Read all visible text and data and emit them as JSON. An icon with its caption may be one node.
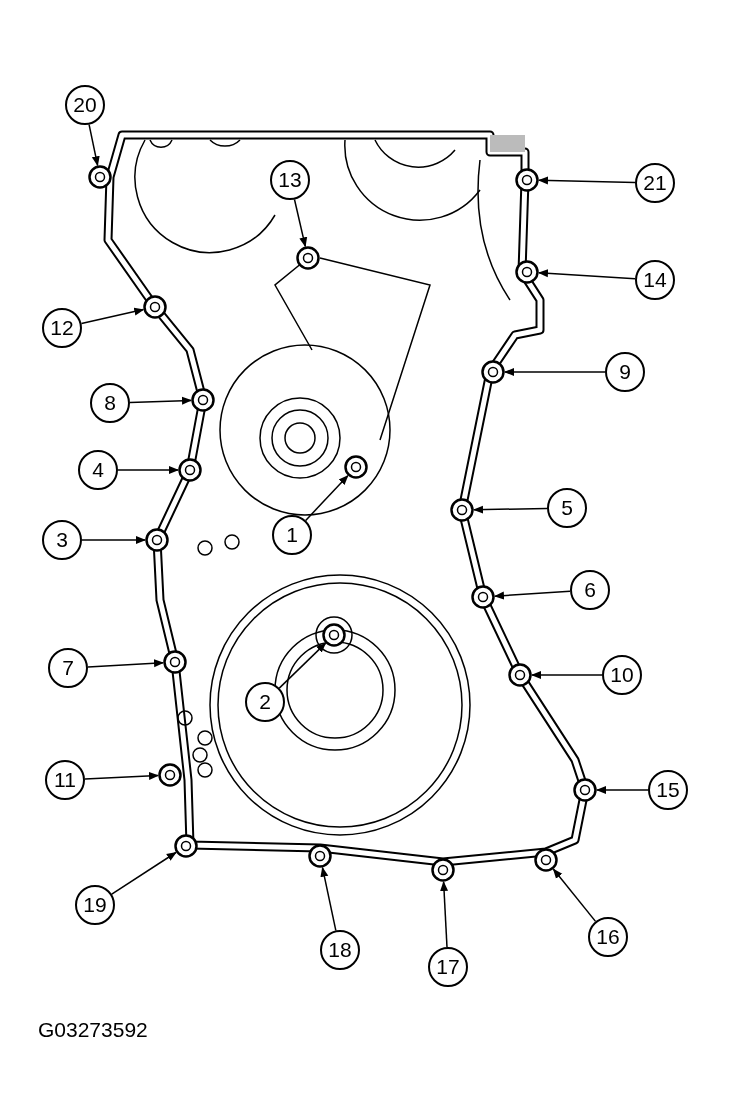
{
  "diagram": {
    "nodes": [
      {
        "text": [
          "20"
        ]
      },
      {
        "text": [
          "13"
        ]
      },
      {
        "text": [
          "21"
        ]
      },
      {
        "text": [
          "14"
        ]
      },
      {
        "text": [
          "12"
        ]
      },
      {
        "text": [
          "9"
        ]
      },
      {
        "text": [
          "8"
        ]
      },
      {
        "text": [
          "4"
        ]
      },
      {
        "text": [
          "1"
        ]
      },
      {
        "text": [
          "5"
        ]
      },
      {
        "text": [
          "3"
        ]
      },
      {
        "text": [
          "6"
        ]
      },
      {
        "text": [
          "7"
        ]
      },
      {
        "text": [
          "2"
        ]
      },
      {
        "text": [
          "10"
        ]
      },
      {
        "text": [
          "11"
        ]
      },
      {
        "text": [
          "15"
        ]
      },
      {
        "text": [
          "19"
        ]
      },
      {
        "text": [
          "16"
        ]
      },
      {
        "text": [
          "18"
        ]
      },
      {
        "text": [
          "17"
        ]
      },
      {
        "text": [],
        "shape": "circle"
      },
      {
        "text": [],
        "shape": "circle"
      },
      {
        "text": [],
        "shape": "circle"
      },
      {
        "text": [],
        "shape": "circle"
      },
      {
        "text": [],
        "shape": "circle"
      },
      {
        "text": [],
        "shape": "circle"
      },
      {
        "text": [],
        "shape": "circle"
      },
      {
        "text": [],
        "shape": "circle"
      },
      {
        "text": [],
        "shape": "circle"
      },
      {
        "text": [],
        "shape": "circle"
      },
      {
        "text": [],
        "shape": "circle"
      },
      {
        "text": [],
        "shape": "circle"
      },
      {
        "text": [],
        "shape": "circle"
      },
      {
        "text": [],
        "shape": "circle"
      },
      {
        "text": [],
        "shape": "circle"
      },
      {
        "text": [],
        "shape": "circle"
      },
      {
        "text": [],
        "shape": "circle"
      },
      {
        "text": [],
        "shape": "circle"
      },
      {
        "text": [],
        "shape": "circle"
      },
      {
        "text": [],
        "shape": "circle"
      },
      {
        "text": [],
        "shape": "circle"
      }
    ],
    "edges": [
      {
        "from": 0,
        "to": 21,
        "arrow": "to"
      },
      {
        "from": 1,
        "to": 22,
        "arrow": "to"
      },
      {
        "from": 2,
        "to": 23,
        "arrow": "to"
      },
      {
        "from": 3,
        "to": 24,
        "arrow": "to"
      },
      {
        "from": 4,
        "to": 25,
        "arrow": "to"
      },
      {
        "from": 5,
        "to": 26,
        "arrow": "to"
      },
      {
        "from": 6,
        "to": 27,
        "arrow": "to"
      },
      {
        "from": 7,
        "to": 28,
        "arrow": "to"
      },
      {
        "from": 8,
        "to": 29,
        "arrow": "to"
      },
      {
        "from": 9,
        "to": 30,
        "arrow": "to"
      },
      {
        "from": 10,
        "to": 31,
        "arrow": "to"
      },
      {
        "from": 11,
        "to": 32,
        "arrow": "to"
      },
      {
        "from": 12,
        "to": 33,
        "arrow": "to"
      },
      {
        "from": 13,
        "to": 34,
        "arrow": "to"
      },
      {
        "from": 14,
        "to": 35,
        "arrow": "to"
      },
      {
        "from": 15,
        "to": 36,
        "arrow": "to"
      },
      {
        "from": 16,
        "to": 37,
        "arrow": "to"
      },
      {
        "from": 17,
        "to": 38,
        "arrow": "to"
      },
      {
        "from": 18,
        "to": 39,
        "arrow": "to"
      },
      {
        "from": 19,
        "to": 40,
        "arrow": "to"
      },
      {
        "from": 20,
        "to": 41,
        "arrow": "to"
      }
    ],
    "labels": [
      "G03273592"
    ]
  }
}
